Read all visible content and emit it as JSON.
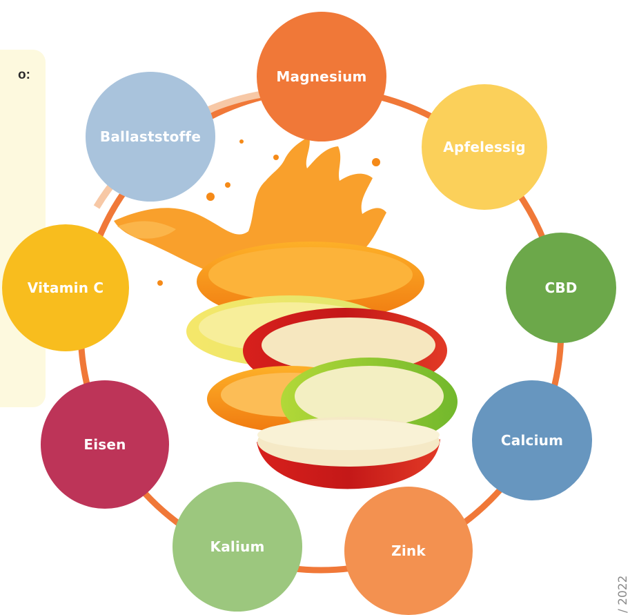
{
  "note_panel": {
    "visible_text": "o:"
  },
  "nutrients": [
    {
      "id": "magnesium",
      "label": "Magnesium",
      "color": "#f07838"
    },
    {
      "id": "apfelessig",
      "label": "Apfelessig",
      "color": "#fbd05a"
    },
    {
      "id": "cbd",
      "label": "CBD",
      "color": "#6ca84a"
    },
    {
      "id": "calcium",
      "label": "Calcium",
      "color": "#6796bf"
    },
    {
      "id": "zink",
      "label": "Zink",
      "color": "#f39150"
    },
    {
      "id": "kalium",
      "label": "Kalium",
      "color": "#9cc77e"
    },
    {
      "id": "eisen",
      "label": "Eisen",
      "color": "#bd3458"
    },
    {
      "id": "vitamin-c",
      "label": "Vitamin C",
      "color": "#f8bd1e"
    },
    {
      "id": "ballaststoffe",
      "label": "Ballaststoffe",
      "color": "#a9c3dc"
    }
  ],
  "ring": {
    "color": "#f07838",
    "faded_color": "#f7c8a6"
  },
  "credit": {
    "text": "/ 2022"
  }
}
